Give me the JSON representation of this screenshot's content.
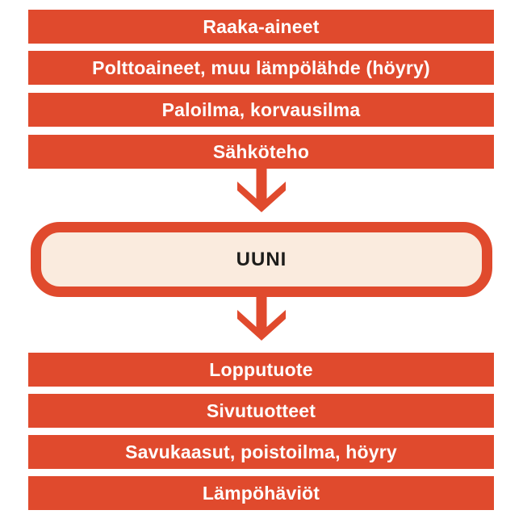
{
  "colors": {
    "accent": "#e04a2d",
    "bar_text": "#ffffff",
    "box_fill": "#faebde",
    "box_text": "#1d1d1b"
  },
  "flow": {
    "inputs": [
      "Raaka-aineet",
      "Polttoaineet, muu lämpölähde (höyry)",
      "Paloilma, korvausilma",
      "Sähköteho"
    ],
    "process_label": "UUNI",
    "outputs": [
      "Lopputuote",
      "Sivutuotteet",
      "Savukaasut, poistoilma, höyry",
      "Lämpöhäviöt"
    ]
  }
}
